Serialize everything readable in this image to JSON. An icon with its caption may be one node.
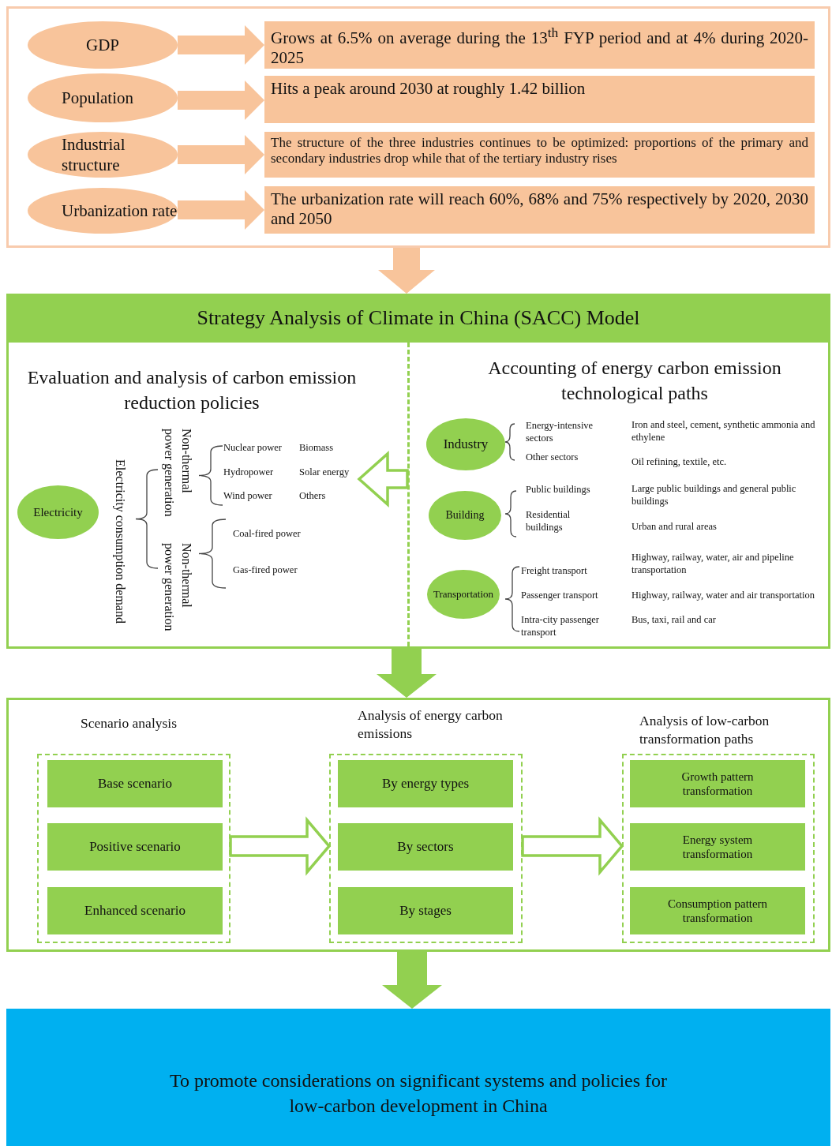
{
  "diagram": {
    "nodes": [
      {
        "text": [],
        "shape": "box"
      },
      {
        "text": [
          "GDP"
        ],
        "in": 0
      },
      {
        "text": [
          "Grows at 6.5% on average during the 13$^{th}$ FYP period and at 4% during 2020-2025"
        ],
        "in": 0
      },
      {
        "text": [
          "Population"
        ],
        "in": 0
      },
      {
        "text": [
          "Hits a peak around 2030 at roughly 1.42 billion"
        ],
        "in": 0
      },
      {
        "text": [
          "Industrial structure"
        ],
        "in": 0
      },
      {
        "text": [
          "The structure of the three industries continues to be optimized: proportions of the primary and secondary industries drop while that of the tertiary industry rises"
        ],
        "in": 0
      },
      {
        "text": [
          "Urbanization rate"
        ],
        "in": 0
      },
      {
        "text": [
          "The urbanization rate will reach 60%, 68% and 75% respectively by 2020, 2030 and 2050"
        ],
        "in": 0
      },
      {
        "text": [
          "Strategy Analysis of Climate in China (SACC) Model"
        ]
      },
      {
        "text": [
          "Evaluation and analysis of carbon emission reduction policies"
        ],
        "in": 9
      },
      {
        "text": [
          "Accounting of energy carbon emission technological paths"
        ],
        "in": 9
      },
      {
        "text": [
          "Electricity"
        ],
        "in": 10
      },
      {
        "text": [
          "Industry"
        ],
        "in": 11
      },
      {
        "text": [
          "Building"
        ],
        "in": 11
      },
      {
        "text": [
          "Transportation"
        ],
        "in": 11
      },
      {
        "text": [],
        "shape": "box"
      },
      {
        "text": [
          "Scenario analysis"
        ],
        "in": 16
      },
      {
        "text": [
          "Base scenario"
        ],
        "in": 17
      },
      {
        "text": [
          "Positive scenario"
        ],
        "in": 17
      },
      {
        "text": [
          "Enhanced scenario"
        ],
        "in": 17
      },
      {
        "text": [
          "Analysis of energy carbon emissions"
        ],
        "in": 16
      },
      {
        "text": [
          "By energy types"
        ],
        "in": 21
      },
      {
        "text": [
          "By sectors"
        ],
        "in": 21
      },
      {
        "text": [
          "By stages"
        ],
        "in": 21
      },
      {
        "text": [
          "Analysis of low-carbon transformation paths"
        ],
        "in": 16
      },
      {
        "text": [
          "Growth pattern transformation"
        ],
        "in": 25
      },
      {
        "text": [
          "Energy system transformation"
        ],
        "in": 25
      },
      {
        "text": [
          "Consumption pattern transformation"
        ],
        "in": 25
      },
      {
        "text": [
          "To promote considerations on significant systems and policies for low-carbon development in China"
        ]
      }
    ],
    "edges": [
      {
        "from": 1,
        "to": 2,
        "arrow": "to",
        "style": "thick",
        "color": "#f8c49b"
      },
      {
        "from": 3,
        "to": 4,
        "arrow": "to",
        "style": "thick",
        "color": "#f8c49b"
      },
      {
        "from": 5,
        "to": 6,
        "arrow": "to",
        "style": "thick",
        "color": "#f8c49b"
      },
      {
        "from": 7,
        "to": 8,
        "arrow": "to",
        "style": "thick",
        "color": "#f8c49b"
      },
      {
        "from": 0,
        "to": 9,
        "arrow": "to",
        "style": "thick",
        "color": "#f8c49b"
      },
      {
        "from": 11,
        "to": 10,
        "arrow": "to",
        "color": "#92d050"
      },
      {
        "from": 9,
        "to": 16,
        "arrow": "to",
        "style": "thick",
        "color": "#92d050"
      },
      {
        "from": 17,
        "to": 21,
        "arrow": "to",
        "color": "#92d050"
      },
      {
        "from": 21,
        "to": 25,
        "arrow": "to",
        "color": "#92d050"
      },
      {
        "from": 16,
        "to": 29,
        "arrow": "to",
        "style": "thick",
        "color": "#92d050"
      }
    ],
    "labels": [
      "Electricity consumption demand",
      "Non-thermal power generation",
      "Nuclear power",
      "Biomass",
      "Hydropower",
      "Solar energy",
      "Wind power",
      "Others",
      "Coal-fired power",
      "Non-thermal power generation",
      "Gas-fired power",
      "Energy-intensive sectors",
      "Iron and steel, cement, synthetic ammonia and ethylene",
      "Other sectors",
      "Oil refining, textile, etc.",
      "Public buildings",
      "Large public buildings and general public buildings",
      "Residential buildings",
      "Urban and rural areas",
      "Highway, railway, water, air and pipeline transportation",
      "Freight transport",
      "Passenger transport",
      "Highway, railway, water and air transportation",
      "Intra-city passenger transport",
      "Bus, taxi, rail and car"
    ]
  }
}
